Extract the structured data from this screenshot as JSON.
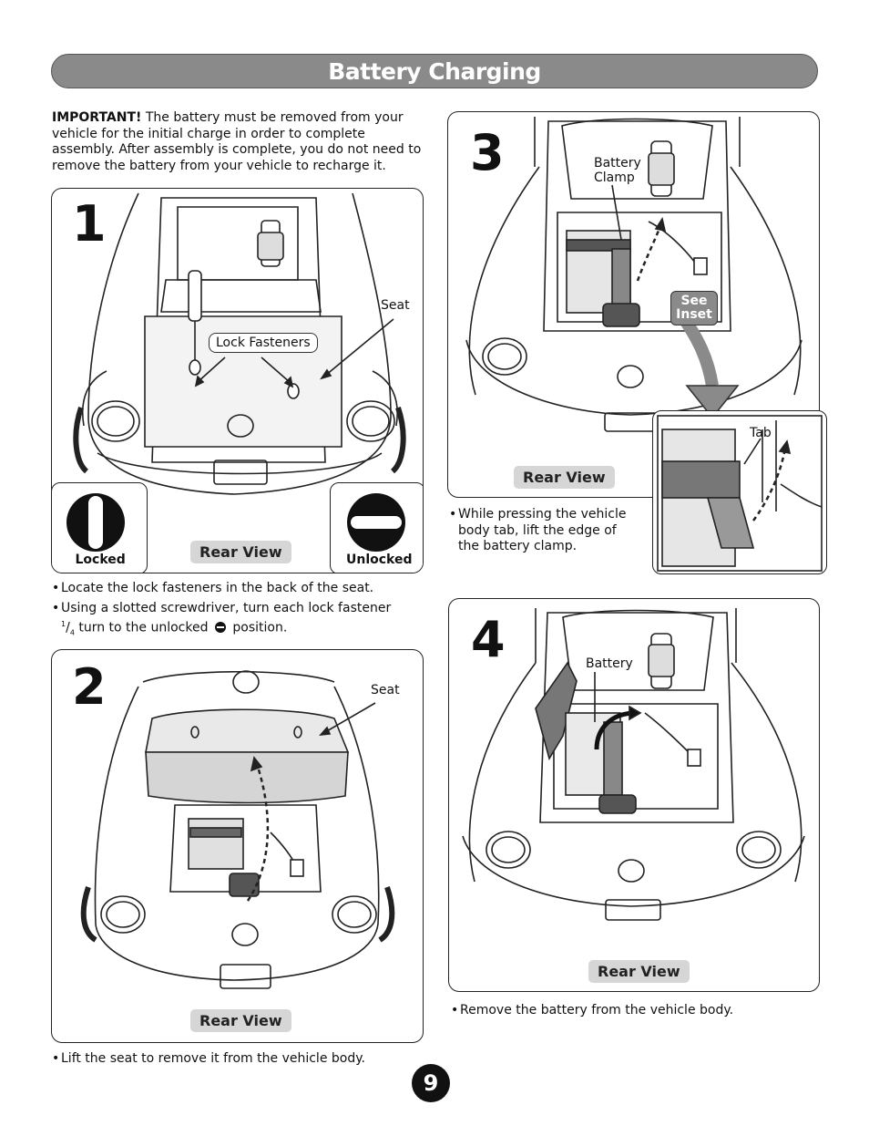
{
  "header": {
    "title": "Battery Charging"
  },
  "intro": {
    "important_label": "IMPORTANT!",
    "text": " The battery must be removed from your vehicle for the initial charge in order to complete assembly. After assembly is complete, you do not need to remove the battery from your vehicle to recharge it."
  },
  "step1": {
    "number": "1",
    "seat_label": "Seat",
    "lock_fasteners_label": "Lock Fasteners",
    "locked_label": "Locked",
    "unlocked_label": "Unlocked",
    "rear_view": "Rear View",
    "bullets": [
      "Locate the lock fasteners in the back of the seat.",
      "Using a slotted screwdriver, turn each lock fastener"
    ],
    "bullet2_fraction_num": "1",
    "bullet2_fraction_den": "4",
    "bullet2_tail_a": " turn to the unlocked ",
    "bullet2_tail_b": " position."
  },
  "step2": {
    "number": "2",
    "seat_label": "Seat",
    "rear_view": "Rear View",
    "bullets": [
      "Lift the seat to remove it from the vehicle body."
    ]
  },
  "step3": {
    "number": "3",
    "battery_clamp_label_line1": "Battery",
    "battery_clamp_label_line2": "Clamp",
    "see_inset_line1": "See",
    "see_inset_line2": "Inset",
    "tab_label": "Tab",
    "rear_view": "Rear View",
    "bullets": [
      "While pressing the vehicle body tab, lift the edge of the battery clamp."
    ]
  },
  "step4": {
    "number": "4",
    "battery_label": "Battery",
    "rear_view": "Rear View",
    "bullets": [
      "Remove the battery from the vehicle body."
    ]
  },
  "page_number": "9"
}
